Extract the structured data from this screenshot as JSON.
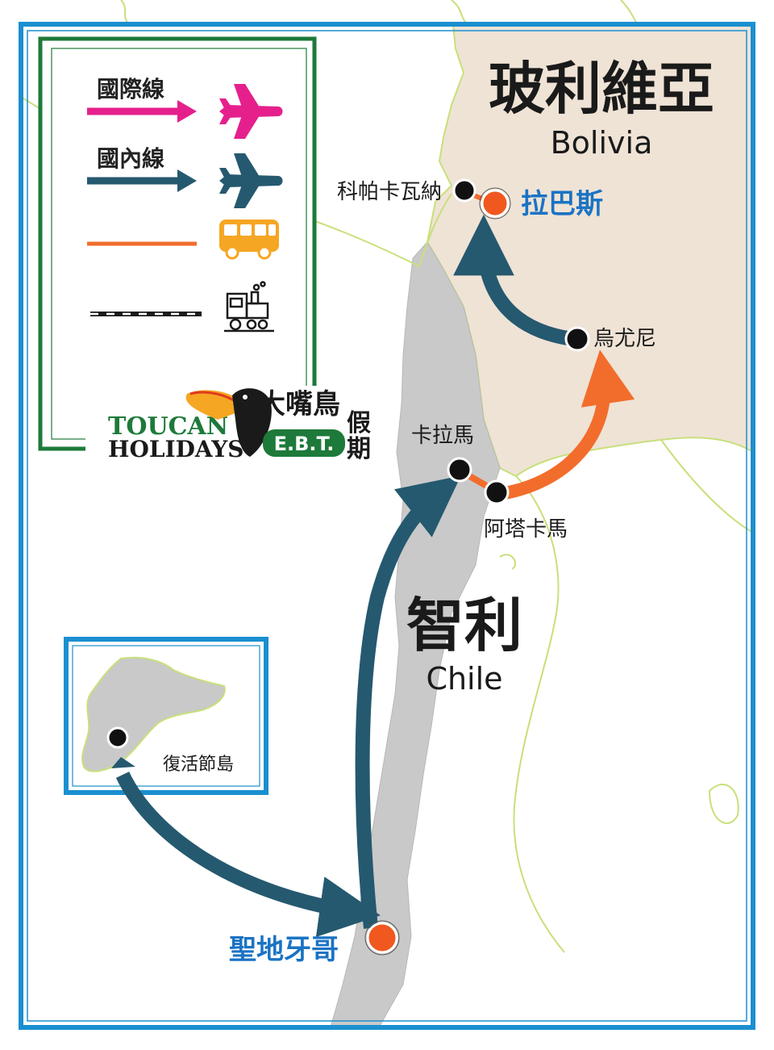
{
  "legend": {
    "international_label": "國際線",
    "domestic_label": "國內線",
    "colors": {
      "international": "#e5208c",
      "domestic": "#25596f",
      "bus": "#f26d2c",
      "train": "#1a1a1a"
    },
    "icons": [
      "plane-icon",
      "plane-icon",
      "bus-icon",
      "train-icon"
    ]
  },
  "logo": {
    "en_line1": "TOUCAN",
    "en_line2": "HOLIDAYS",
    "zh_line1": "大嘴鳥",
    "zh_line2_a": "假",
    "zh_line2_b": "期",
    "badge": "E.B.T."
  },
  "countries": {
    "bolivia": {
      "zh": "玻利維亞",
      "en": "Bolivia"
    },
    "chile": {
      "zh": "智利",
      "en": "Chile"
    }
  },
  "cities": {
    "copacabana": "科帕卡瓦納",
    "la_paz": "拉巴斯",
    "uyuni": "烏尤尼",
    "calama": "卡拉馬",
    "atacama": "阿塔卡馬",
    "easter_island": "復活節島",
    "santiago": "聖地牙哥"
  },
  "colors": {
    "frame": "#1a8fd0",
    "chile_land": "#c9c9c9",
    "bolivia_land": "#efe3d6",
    "border_line": "#c7e07a",
    "highlight_city": "#1a73c4",
    "hub_marker": "#f0581f"
  }
}
